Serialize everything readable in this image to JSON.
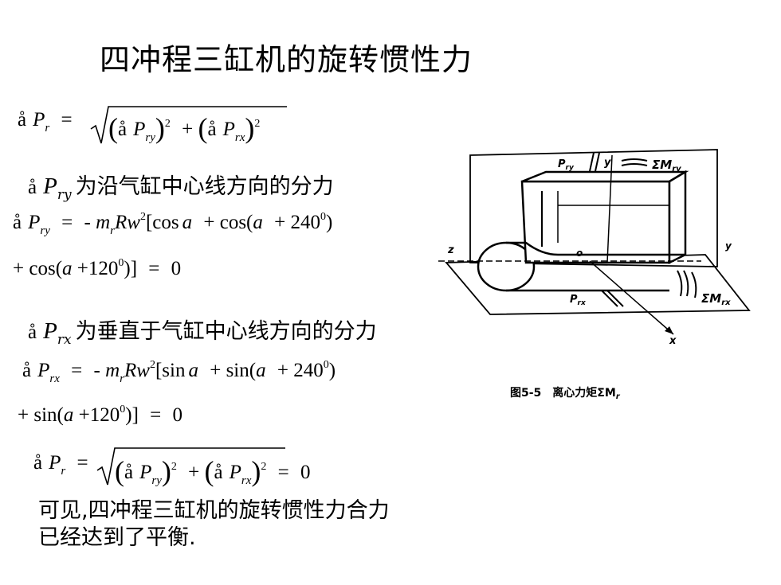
{
  "title": "四冲程三缸机的旋转惯性力",
  "symbols": {
    "sum": "å",
    "P": "P",
    "eq": "=",
    "plus": "+",
    "minus": "-",
    "sub_r": "r",
    "sub_ry": "ry",
    "sub_rx": "rx",
    "exp2": "2",
    "exp0": "0",
    "lparen": "(",
    "rparen": ")",
    "m": "m",
    "R": "R",
    "w": "w",
    "a": "a",
    "cos": "cos",
    "sin": "sin",
    "n240": "240",
    "n120": "120",
    "lb": "[",
    "rb": "]",
    "zero": "0"
  },
  "labels": {
    "pry_desc": "为沿气缸中心线方向的分力",
    "prx_desc": "为垂直于气缸中心线方向的分力"
  },
  "conclusion": {
    "line1": "可见,四冲程三缸机的旋转惯性力合力",
    "line2": "已经达到了平衡."
  },
  "figure": {
    "caption": "图5-5　离心力矩ΣM",
    "caption_sub": "r",
    "label_pry": "P",
    "label_pry_sub": "ry",
    "label_y": "y",
    "label_moment_ry": "ΣM",
    "label_moment_ry_sub": "ry",
    "label_z": "z",
    "label_o": "o",
    "label_y_right": "y",
    "label_prx": "P",
    "label_prx_sub": "rx",
    "label_moment_rx": "ΣM",
    "label_moment_rx_sub": "rx",
    "label_x": "x"
  }
}
